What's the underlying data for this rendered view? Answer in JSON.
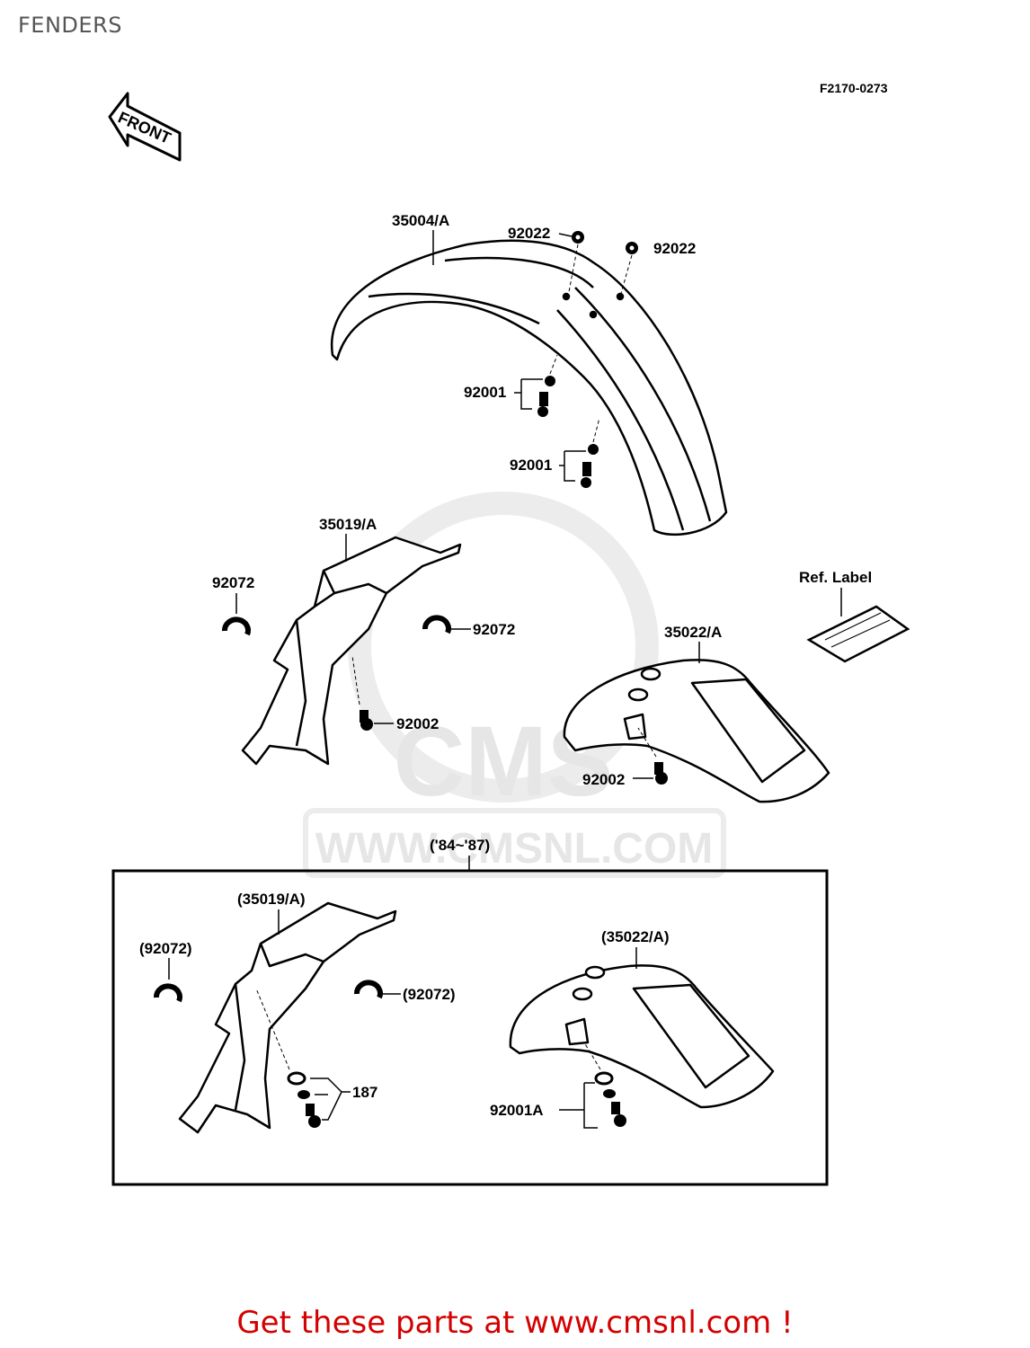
{
  "page": {
    "title": "FENDERS",
    "diagram_code": "F2170-0273"
  },
  "front_arrow": {
    "label": "FRONT"
  },
  "labels": {
    "front_fender": "35004/A",
    "cap_left": "92022",
    "cap_right": "92022",
    "bolt_upper": "92001",
    "bolt_lower": "92001",
    "flap": "35019/A",
    "clamp_left": "92072",
    "clamp_right": "92072",
    "flap_bolt": "92002",
    "ref_label": "Ref. Label",
    "rear_fender": "35022/A",
    "rear_bolt": "92002"
  },
  "variant_box": {
    "years": "('84~'87)",
    "flap": "(35019/A)",
    "clamp_left": "(92072)",
    "clamp_right": "(92072)",
    "washer_set": "187",
    "rear_fender": "(35022/A)",
    "rear_bolt": "92001A"
  },
  "watermark": {
    "text": "WWW.CMSNL.COM",
    "logo": "CMS"
  },
  "cta": {
    "text": "Get these parts at www.cmsnl.com !"
  },
  "colors": {
    "accent": "#d40000",
    "title": "#555555",
    "watermark": "#e6e6e6"
  }
}
